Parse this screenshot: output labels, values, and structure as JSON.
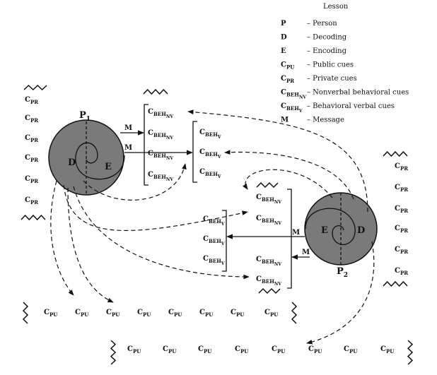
{
  "legend": {
    "title": "Lesson",
    "items": [
      {
        "key": "P",
        "desc": "Person"
      },
      {
        "key": "D",
        "desc": "Decoding"
      },
      {
        "key": "E",
        "desc": "Encoding"
      },
      {
        "key": "C",
        "sub": "PU",
        "desc": "Public cues"
      },
      {
        "key": "C",
        "sub": "PR",
        "desc": "Private cues"
      },
      {
        "key": "C",
        "sub": "BEH",
        "subsub": "NV",
        "desc": "Nonverbal behavioral cues"
      },
      {
        "key": "C",
        "sub": "BEH",
        "subsub": "V",
        "desc": "Behavioral verbal cues"
      },
      {
        "key": "M",
        "desc": "Message"
      }
    ],
    "dash": "–"
  },
  "cues": {
    "C": "C",
    "PR": "PR",
    "PU": "PU",
    "BEH": "BEH",
    "NV": "NV",
    "V": "V"
  },
  "persons": {
    "p1": {
      "P": "P",
      "num": "1",
      "D": "D",
      "E": "E"
    },
    "p2": {
      "P": "P",
      "num": "2",
      "D": "D",
      "E": "E"
    }
  },
  "message_label": "M",
  "colors": {
    "person_fill": "#7a7a7a",
    "ink": "#111111",
    "background": "#ffffff"
  }
}
